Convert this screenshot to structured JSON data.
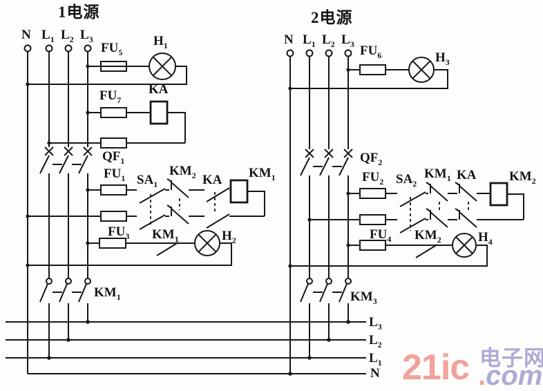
{
  "source1": {
    "title": "1电源",
    "terminals": [
      [
        "N",
        ""
      ],
      [
        "L",
        "1"
      ],
      [
        "L",
        "2"
      ],
      [
        "L",
        "3"
      ]
    ],
    "labels": {
      "fu5": [
        "FU",
        "5"
      ],
      "h1": [
        "H",
        "1"
      ],
      "fu7": [
        "FU",
        "7"
      ],
      "ka_coil": [
        "KA",
        ""
      ],
      "qf1": [
        "QF",
        "1"
      ],
      "fu1": [
        "FU",
        "1"
      ],
      "sa1": [
        "SA",
        "1"
      ],
      "km2_contact": [
        "KM",
        "2"
      ],
      "ka_contact": [
        "KA",
        ""
      ],
      "km1_coil": [
        "KM",
        "1"
      ],
      "fu3": [
        "FU",
        "3"
      ],
      "km1_aux": [
        "KM",
        "1"
      ],
      "h2": [
        "H",
        "2"
      ],
      "km1_main": [
        "KM",
        "1"
      ]
    }
  },
  "source2": {
    "title": "2电源",
    "terminals": [
      [
        "N",
        ""
      ],
      [
        "L",
        "1"
      ],
      [
        "L",
        "2"
      ],
      [
        "L",
        "3"
      ]
    ],
    "labels": {
      "fu6": [
        "FU",
        "6"
      ],
      "h3": [
        "H",
        "3"
      ],
      "qf2": [
        "QF",
        "2"
      ],
      "fu2": [
        "FU",
        "2"
      ],
      "sa2": [
        "SA",
        "2"
      ],
      "km1_contact": [
        "KM",
        "1"
      ],
      "ka_contact": [
        "KA",
        ""
      ],
      "km2_coil": [
        "KM",
        "2"
      ],
      "fu4": [
        "FU",
        "4"
      ],
      "km2_aux": [
        "KM",
        "2"
      ],
      "h4": [
        "H",
        "4"
      ],
      "km3_main": [
        "KM",
        "3"
      ]
    }
  },
  "bus": {
    "l3": [
      "L",
      "3"
    ],
    "l2": [
      "L",
      "2"
    ],
    "l1": [
      "L",
      "1"
    ],
    "n": [
      "N",
      ""
    ]
  },
  "watermark": {
    "brand": "21ic",
    "dot": ".",
    "cn": "电子网",
    "com": "com"
  }
}
